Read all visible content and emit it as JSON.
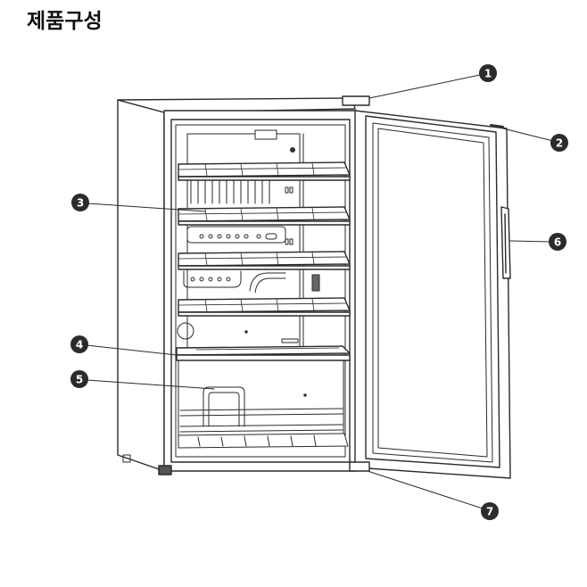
{
  "title": "제품구성",
  "colors": {
    "line": "#2a2a2a",
    "callout": "#2b2b2b",
    "background": "#ffffff"
  },
  "callouts": [
    {
      "number": "1",
      "part": "top-hinge"
    },
    {
      "number": "2",
      "part": "door-gasket"
    },
    {
      "number": "3",
      "part": "wire-shelf"
    },
    {
      "number": "4",
      "part": "leveling-shelf"
    },
    {
      "number": "5",
      "part": "wire-rack"
    },
    {
      "number": "6",
      "part": "door-handle"
    },
    {
      "number": "7",
      "part": "bottom-hinge"
    }
  ]
}
